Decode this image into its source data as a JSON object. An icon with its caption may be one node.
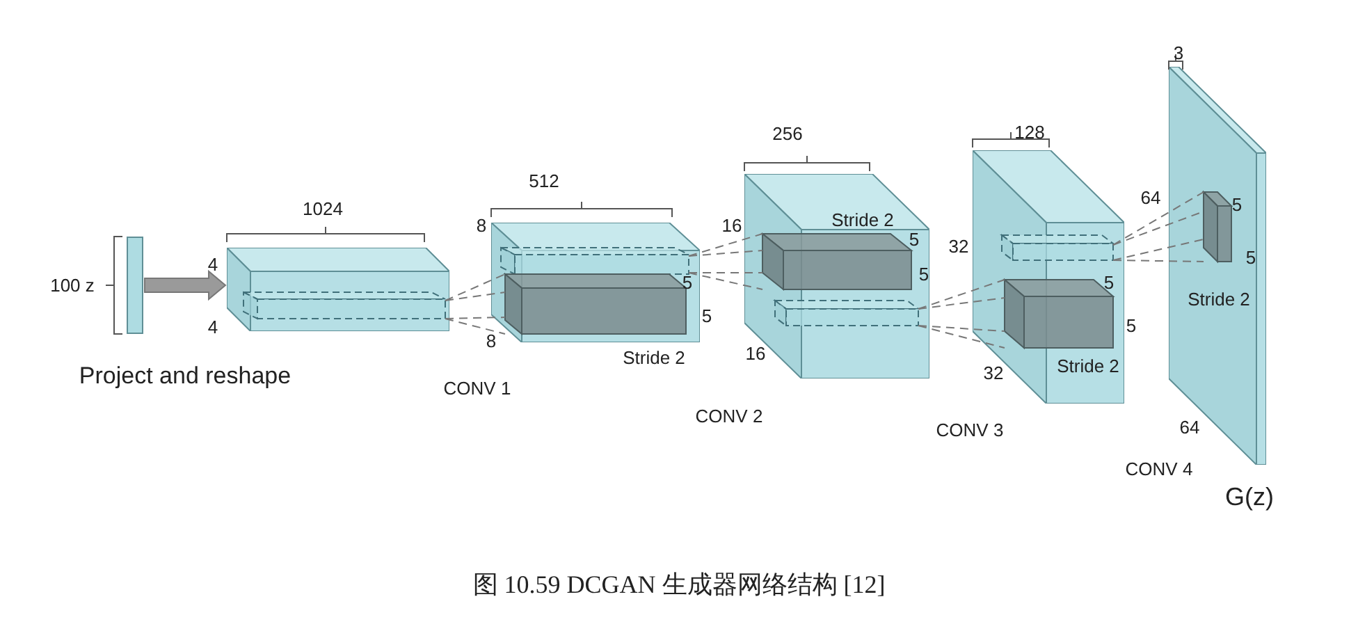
{
  "diagram": {
    "caption": "图 10.59 DCGAN 生成器网络结构 [12]",
    "nodes": [
      {
        "text": [],
        "shape": "bar"
      },
      {
        "text": [],
        "shape": "box"
      },
      {
        "text": [],
        "shape": "box"
      },
      {
        "text": [],
        "shape": "box"
      },
      {
        "text": [],
        "shape": "box"
      },
      {
        "text": [],
        "shape": "box",
        "beside": [
          "G(z)"
        ]
      }
    ],
    "edges": [
      {
        "from": 0,
        "to": 1,
        "arrow": "to",
        "style": "thick"
      }
    ],
    "labels": [
      "3",
      "128",
      "256",
      "512",
      "1024",
      "16",
      "Stride 2",
      "64",
      "5",
      "5",
      "32",
      "100 z",
      "4",
      "8",
      "5",
      "5",
      "5",
      "5",
      "Stride 2",
      "4",
      "5",
      "5",
      "8",
      "16",
      "Stride 2",
      "Stride 2",
      "32",
      "Project and reshape",
      "CONV 1",
      "CONV 2",
      "CONV 3",
      "64",
      "CONV 4"
    ]
  }
}
